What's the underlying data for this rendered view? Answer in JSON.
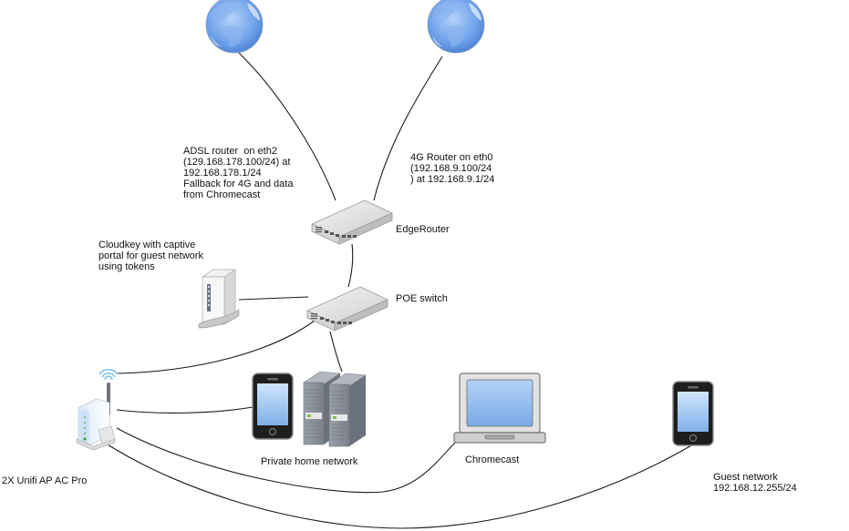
{
  "diagram": {
    "nodes": {
      "internet_adsl": {
        "type": "globe-icon"
      },
      "internet_4g": {
        "type": "globe-icon"
      },
      "edgerouter": {
        "type": "switch-icon",
        "label": "EdgeRouter"
      },
      "poe_switch": {
        "type": "switch-icon",
        "label": "POE switch"
      },
      "cloudkey": {
        "type": "cloudkey-device-icon"
      },
      "unifi_ap": {
        "type": "access-point-icon",
        "label": "2X Unifi AP AC Pro"
      },
      "private_phone": {
        "type": "smartphone-icon"
      },
      "private_servers": {
        "type": "server-tower-icon",
        "label": "Private home network"
      },
      "chromecast": {
        "type": "laptop-icon",
        "label": "Chromecast"
      },
      "guest_phone": {
        "type": "smartphone-icon",
        "label": "Guest network\n192.168.12.255/24"
      }
    },
    "annotations": {
      "adsl": "ADSL router  on eth2\n(129.168.178.100/24) at\n192.168.178.1/24\nFallback for 4G and data\nfrom Chromecast",
      "fourg": "4G Router on eth0\n(192.168.9.100/24\n) at 192.168.9.1/24",
      "cloudkey": "Cloudkey with captive\nportal for guest network\nusing tokens"
    },
    "edges": [
      {
        "from": "internet_adsl",
        "to": "edgerouter"
      },
      {
        "from": "internet_4g",
        "to": "edgerouter"
      },
      {
        "from": "edgerouter",
        "to": "poe_switch"
      },
      {
        "from": "cloudkey",
        "to": "poe_switch"
      },
      {
        "from": "poe_switch",
        "to": "unifi_ap"
      },
      {
        "from": "poe_switch",
        "to": "private_servers"
      },
      {
        "from": "unifi_ap",
        "to": "private_phone"
      },
      {
        "from": "unifi_ap",
        "to": "chromecast"
      },
      {
        "from": "unifi_ap",
        "to": "guest_phone"
      }
    ],
    "colors": {
      "line": "#1a1a1a",
      "globe": "#6a9ee8",
      "screen": "#9cc4f2",
      "device_gray": "#c8c8c8",
      "server_gray": "#8a8f99"
    }
  }
}
